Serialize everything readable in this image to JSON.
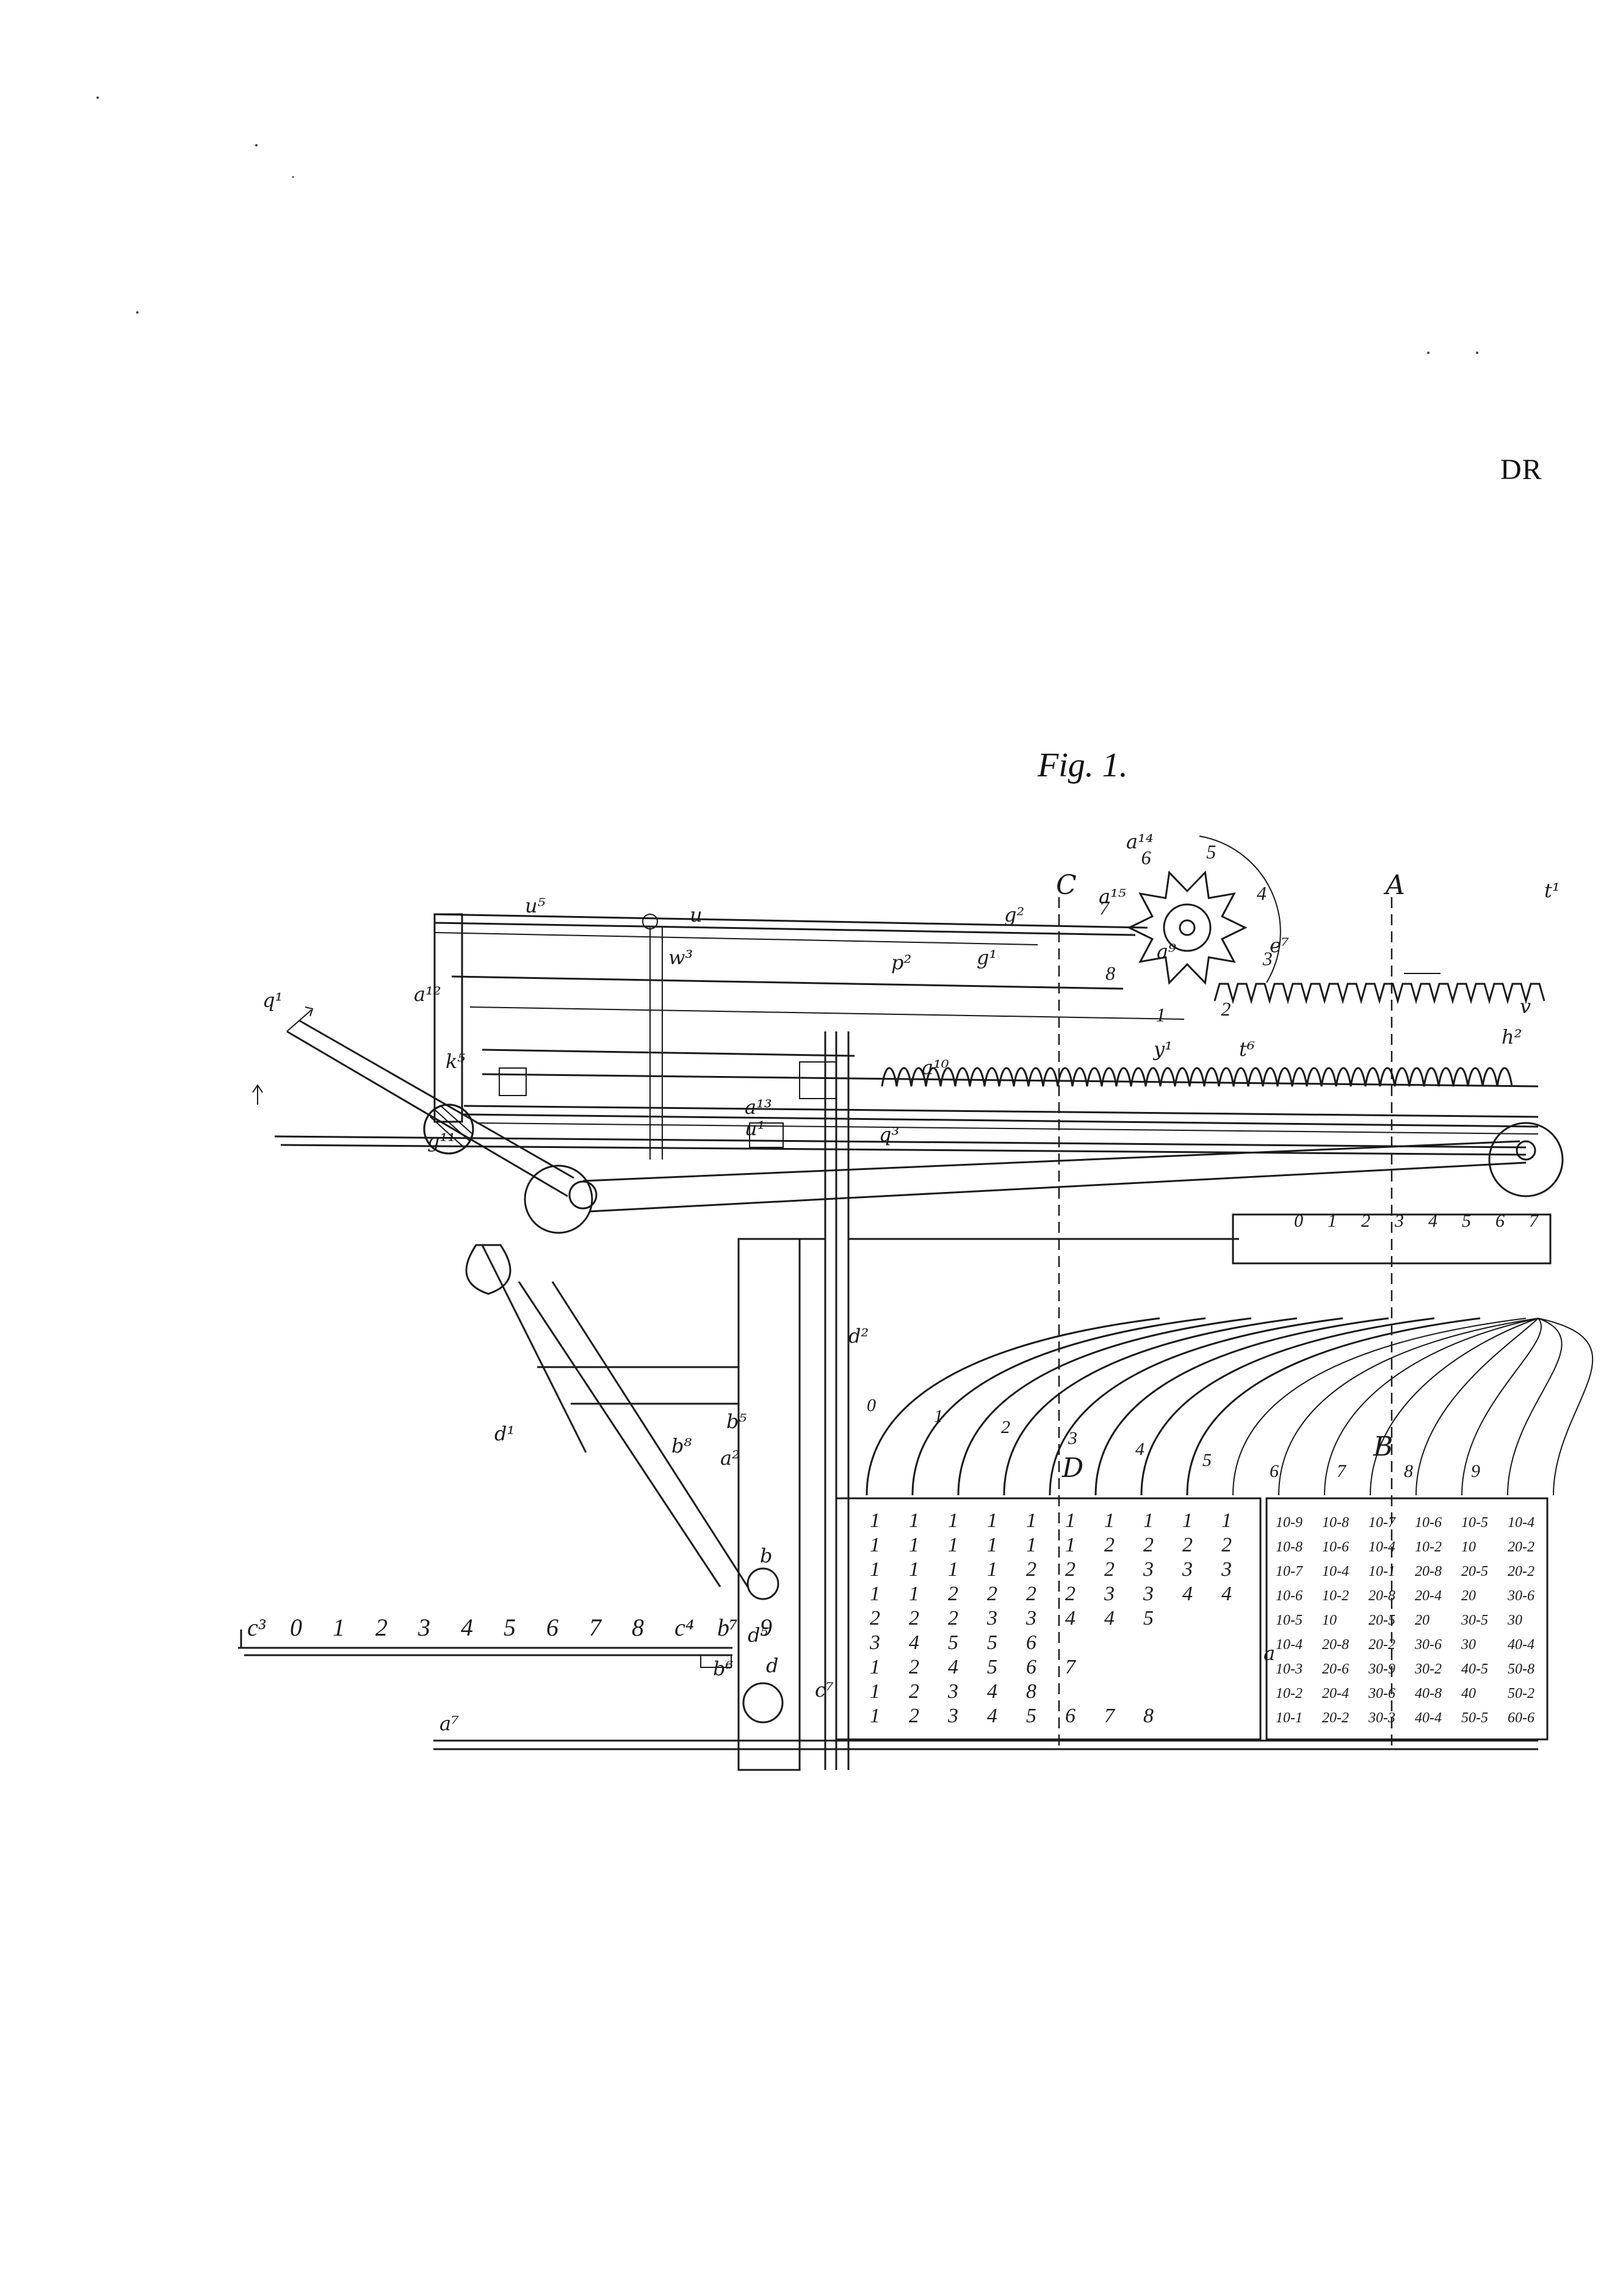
{
  "page": {
    "header_fragment": "DR",
    "figure_caption": "Fig. 1."
  },
  "drawing": {
    "section_markers": [
      "C",
      "A",
      "B",
      "D"
    ],
    "scale_ticks": [
      "c³",
      "0",
      "1",
      "2",
      "3",
      "4",
      "5",
      "6",
      "7",
      "8",
      "c⁴",
      "b⁷",
      "9"
    ],
    "dial_numbers": [
      "5",
      "4",
      "3",
      "2",
      "1",
      "8",
      "7",
      "6"
    ],
    "fan_numbers": [
      "0",
      "1",
      "2",
      "3",
      "4",
      "5",
      "6",
      "7"
    ],
    "wheel_numbers": [
      "0",
      "1",
      "2",
      "3",
      "4",
      "5",
      "6",
      "7",
      "8",
      "9"
    ],
    "table_left": [
      [
        "1",
        "1",
        "1",
        "1",
        "1",
        "1",
        "1",
        "1",
        "1",
        "1"
      ],
      [
        "1",
        "1",
        "1",
        "1",
        "1",
        "1",
        "2",
        "2",
        "2",
        "2"
      ],
      [
        "1",
        "1",
        "1",
        "1",
        "2",
        "2",
        "2",
        "3",
        "3",
        "3"
      ],
      [
        "1",
        "1",
        "2",
        "2",
        "2",
        "2",
        "3",
        "3",
        "4",
        "4"
      ],
      [
        "2",
        "2",
        "2",
        "3",
        "3",
        "4",
        "4",
        "5"
      ],
      [
        "3",
        "4",
        "5",
        "5",
        "6"
      ],
      [
        "1",
        "2",
        "4",
        "5",
        "6",
        "7"
      ],
      [
        "1",
        "2",
        "3",
        "4",
        "8"
      ],
      [
        "1",
        "2",
        "3",
        "4",
        "5",
        "6",
        "7",
        "8"
      ]
    ],
    "table_right": [
      [
        "10-9",
        "10-8",
        "10-7",
        "10-6",
        "10-5",
        "10-4"
      ],
      [
        "10-8",
        "10-6",
        "10-4",
        "10-2",
        "10",
        "20-2"
      ],
      [
        "10-7",
        "10-4",
        "10-1",
        "20-8",
        "20-5",
        "20-2"
      ],
      [
        "10-6",
        "10-2",
        "20-8",
        "20-4",
        "20",
        "30-6"
      ],
      [
        "10-5",
        "10",
        "20-5",
        "20",
        "30-5",
        "30"
      ],
      [
        "10-4",
        "20-8",
        "20-2",
        "30-6",
        "30",
        "40-4"
      ],
      [
        "10-3",
        "20-6",
        "30-9",
        "30-2",
        "40-5",
        "50-8"
      ],
      [
        "10-2",
        "20-4",
        "30-6",
        "40-8",
        "40",
        "50-2"
      ],
      [
        "10-1",
        "20-2",
        "30-3",
        "40-4",
        "50-5",
        "60-6"
      ]
    ],
    "part_labels": [
      "a¹²",
      "u⁵",
      "u",
      "w³",
      "g²",
      "p²",
      "g¹",
      "a¹⁴",
      "a¹⁵",
      "a⁹",
      "e⁷",
      "k⁵",
      "g¹¹",
      "q¹",
      "q³",
      "a¹³",
      "u¹",
      "y¹",
      "a¹⁰",
      "t⁶",
      "t¹",
      "v",
      "h²",
      "b⁸",
      "d¹",
      "d²",
      "a²",
      "b",
      "d",
      "a⁷",
      "a",
      "c⁷",
      "d⁵",
      "b⁶",
      "b⁵"
    ]
  }
}
